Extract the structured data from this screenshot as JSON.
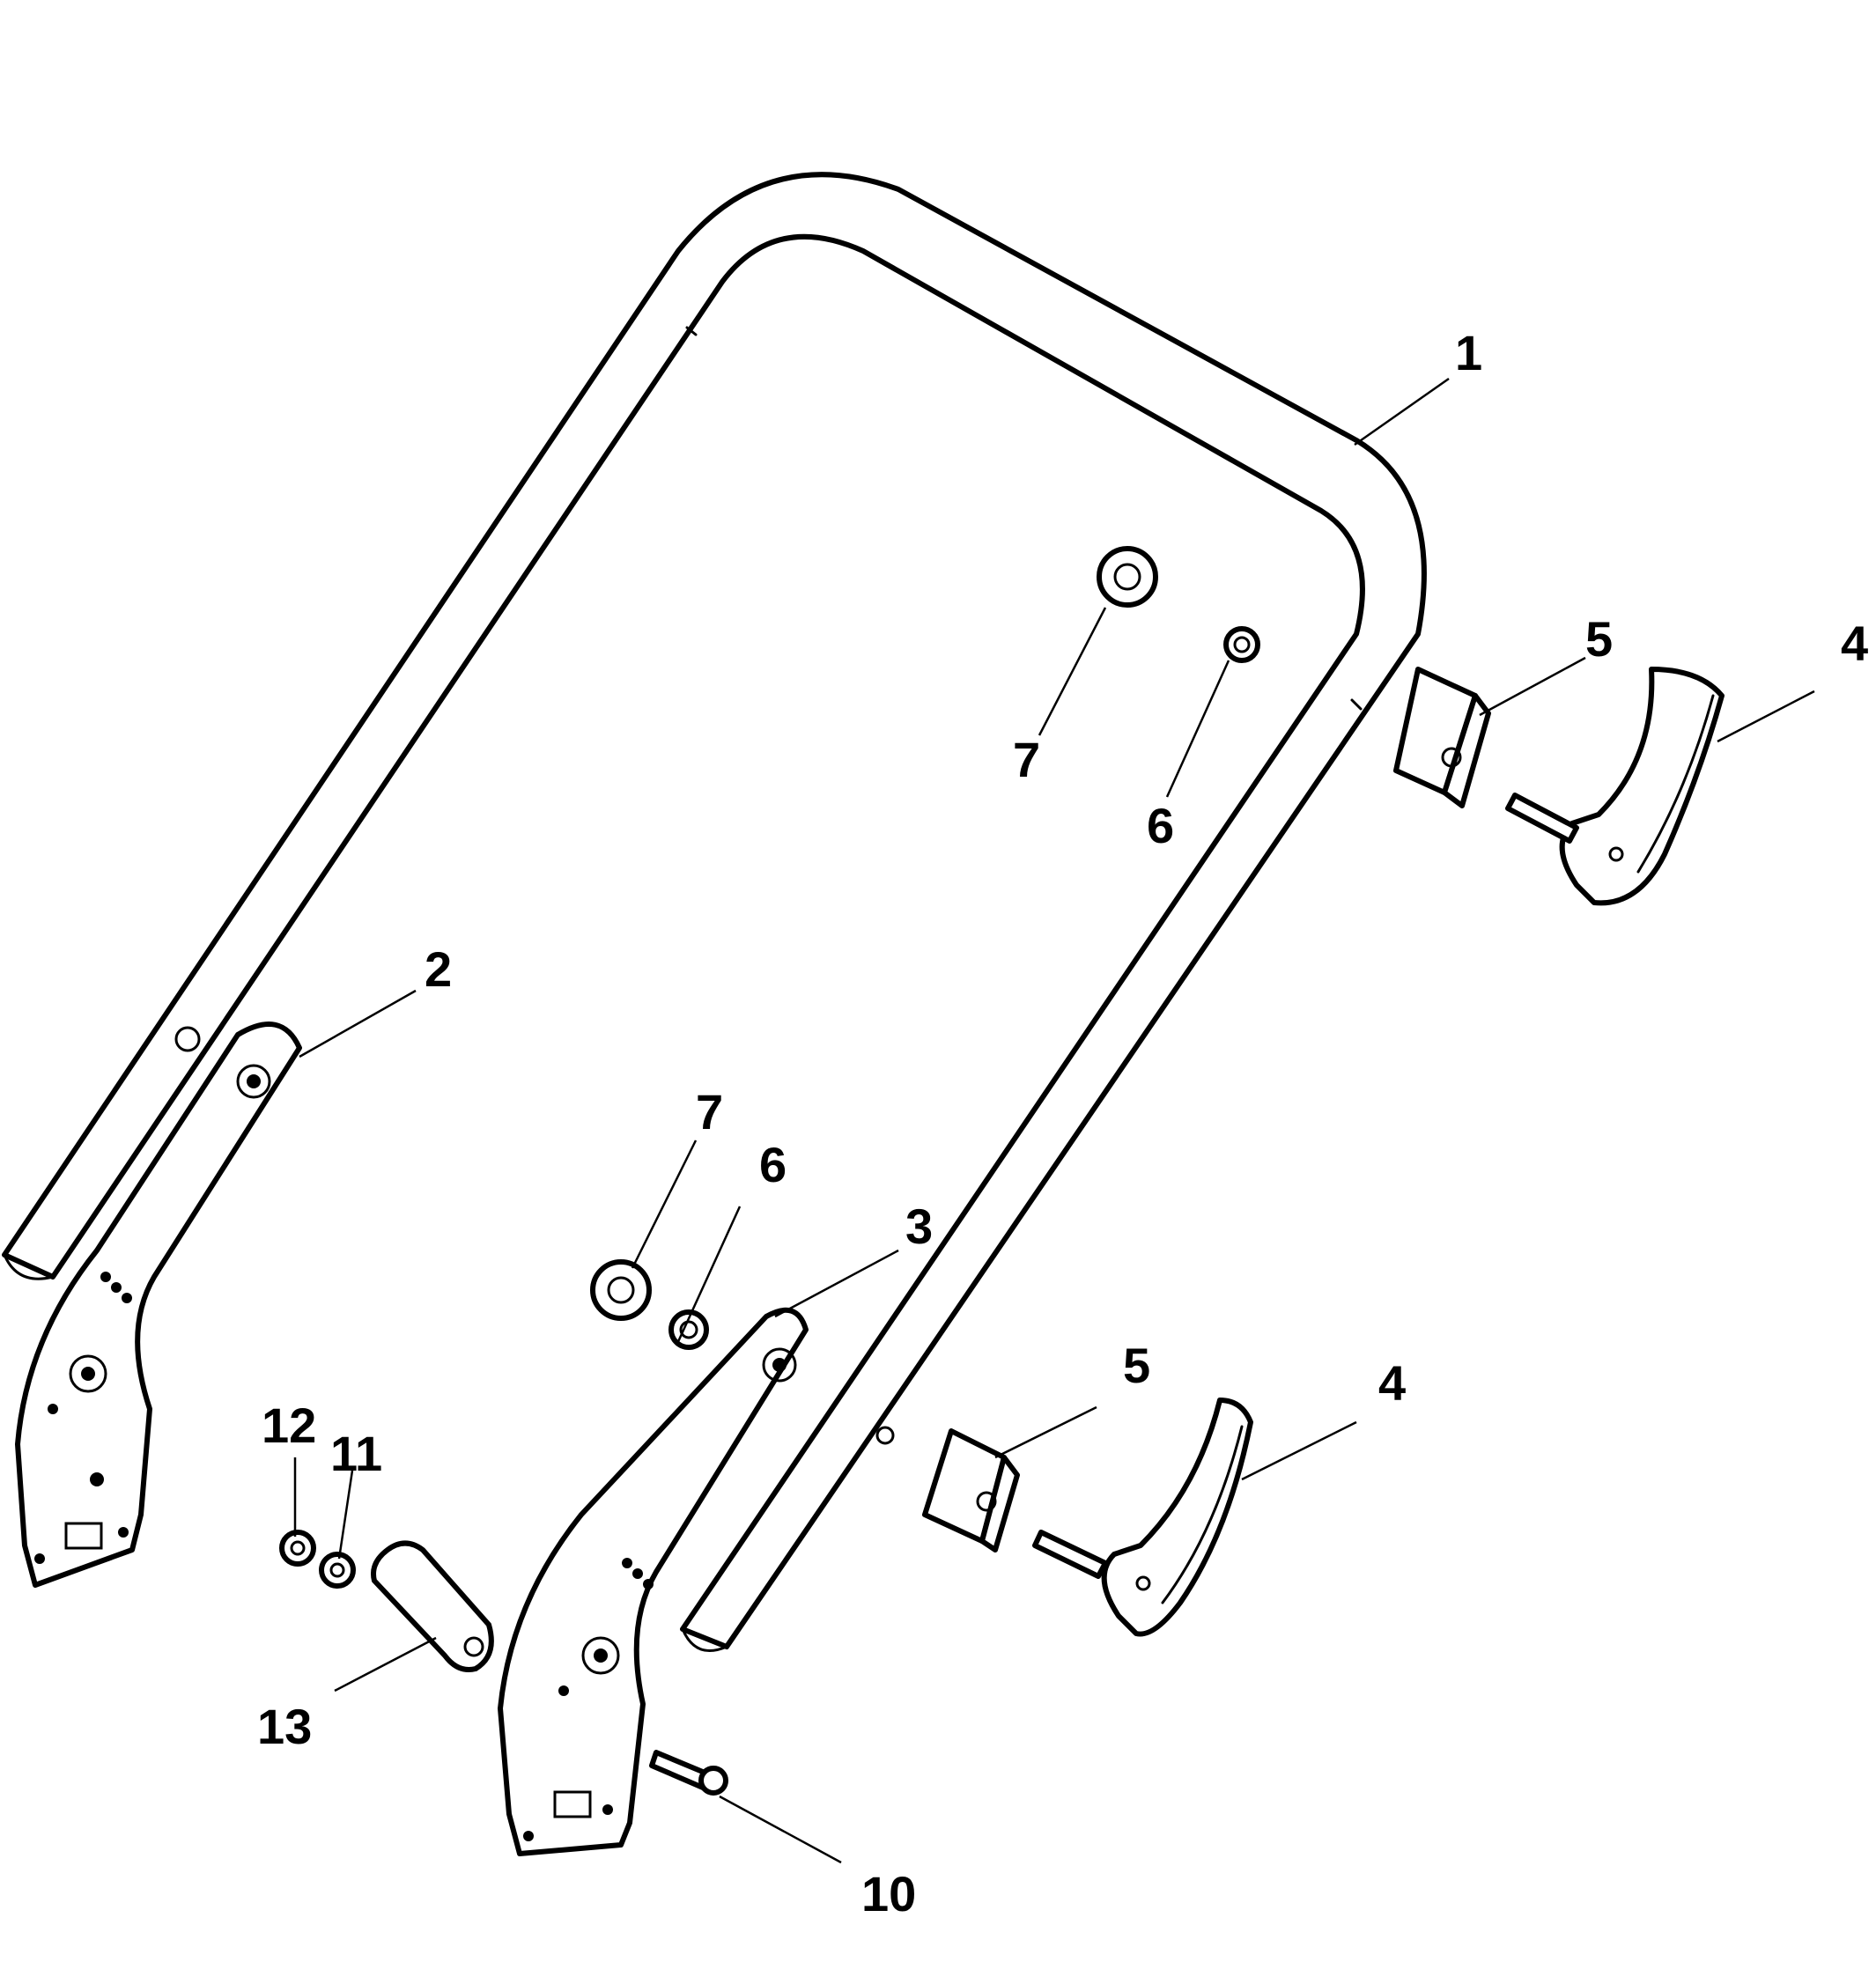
{
  "callouts": {
    "c1": "1",
    "c2": "2",
    "c3": "3",
    "c4a": "4",
    "c4b": "4",
    "c5a": "5",
    "c5b": "5",
    "c6a": "6",
    "c6b": "6",
    "c7a": "7",
    "c7b": "7",
    "c10": "10",
    "c11": "11",
    "c12": "12",
    "c13": "13"
  }
}
